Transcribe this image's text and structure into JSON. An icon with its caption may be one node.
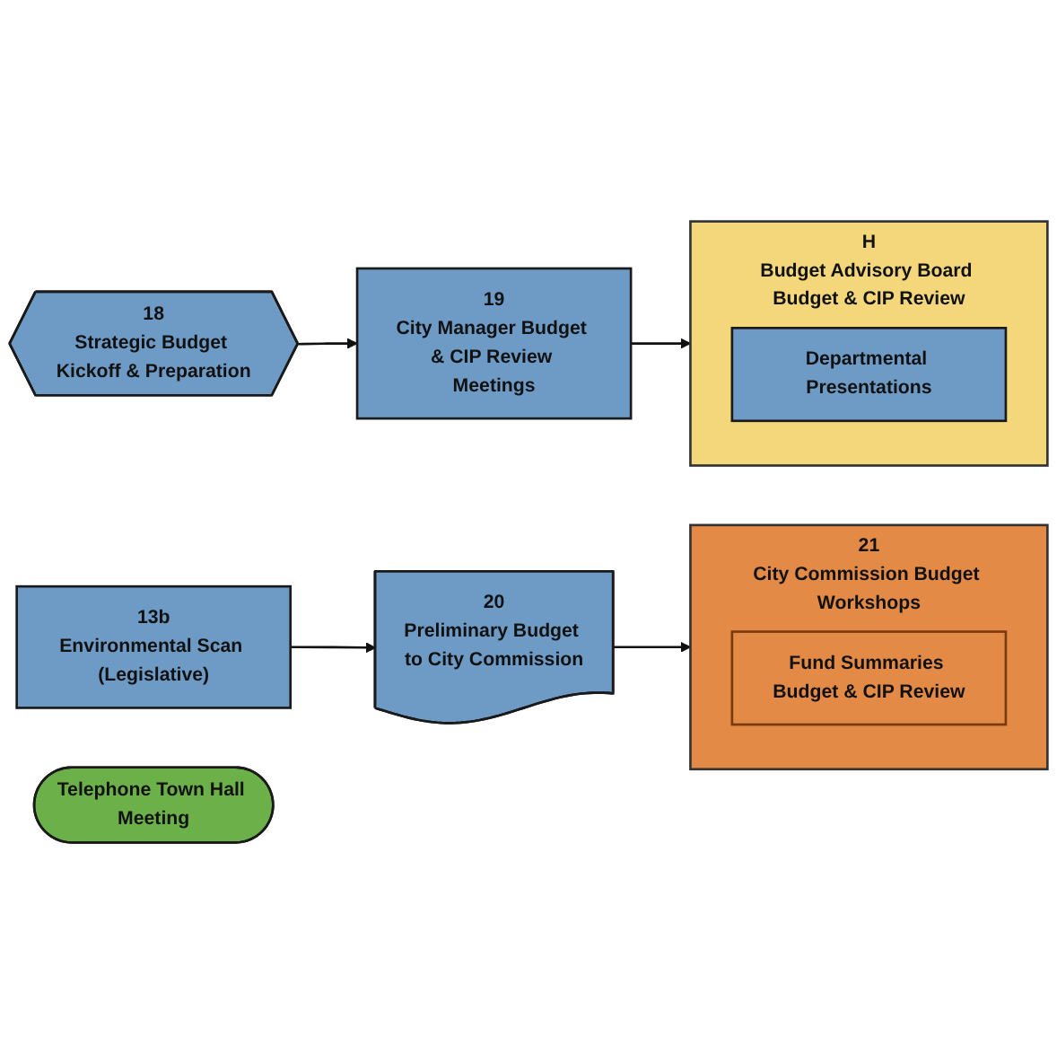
{
  "diagram": {
    "nodes": [
      {
        "text": [
          "18",
          "Strategic Budget Kickoff & Preparation"
        ]
      },
      {
        "text": [
          "19",
          "City Manager Budget & CIP Review Meetings"
        ]
      },
      {
        "text": [
          "21",
          "City Commission Budget Workshops"
        ]
      },
      {
        "text": [
          "Fund Summaries Budget & CIP Review"
        ],
        "in": 2
      },
      {
        "text": [
          "13b",
          "Environmental Scan (Legislative)"
        ]
      },
      {
        "text": [
          "20",
          "Preliminary Budget to City Commission"
        ]
      },
      {
        "text": [
          "Telephone Town Hall Meeting"
        ]
      },
      {
        "text": [
          "H",
          "Budget Advisory Board Budget & CIP Review"
        ]
      },
      {
        "text": [
          "Departmental Presentations"
        ],
        "in": 7
      }
    ],
    "edges": [
      {
        "from": 0,
        "to": 1,
        "arrow": "to"
      },
      {
        "from": 1,
        "to": 7,
        "arrow": "to"
      },
      {
        "from": 4,
        "to": 5,
        "arrow": "to"
      },
      {
        "from": 5,
        "to": 2,
        "arrow": "to"
      }
    ]
  }
}
